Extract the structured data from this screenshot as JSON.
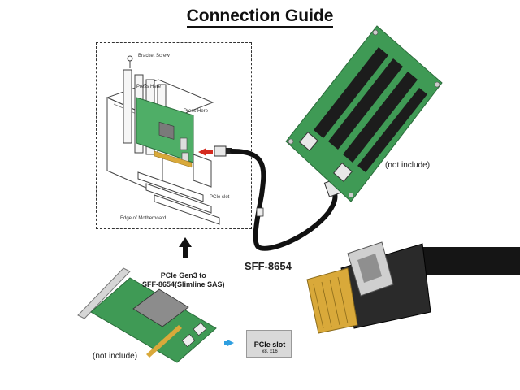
{
  "title": "Connection Guide",
  "diagram_labels": {
    "bracket_screw": "Bracket Screw",
    "press_here_1": "Press Here",
    "press_here_2": "Press Here",
    "pcie_slot": "PCIe slot",
    "edge_of_motherboard": "Edge of Motherboard"
  },
  "not_include_top": "(not include)",
  "not_include_bottom": "(not include)",
  "cable_label": "SFF-8654",
  "card_title_line1": "PCIe Gen3 to",
  "card_title_line2": "SFF-8654(Slimline SAS)",
  "pcie_badge": {
    "label": "PCIe slot",
    "sub": "x8, x16"
  },
  "colors": {
    "pcb_green": "#3f9a55",
    "slot_black": "#1c1c1c",
    "cable_black": "#111111",
    "gold_pins": "#d9a93a",
    "arrow_red": "#d42a1e",
    "arrow_blue": "#2f9fe0"
  }
}
